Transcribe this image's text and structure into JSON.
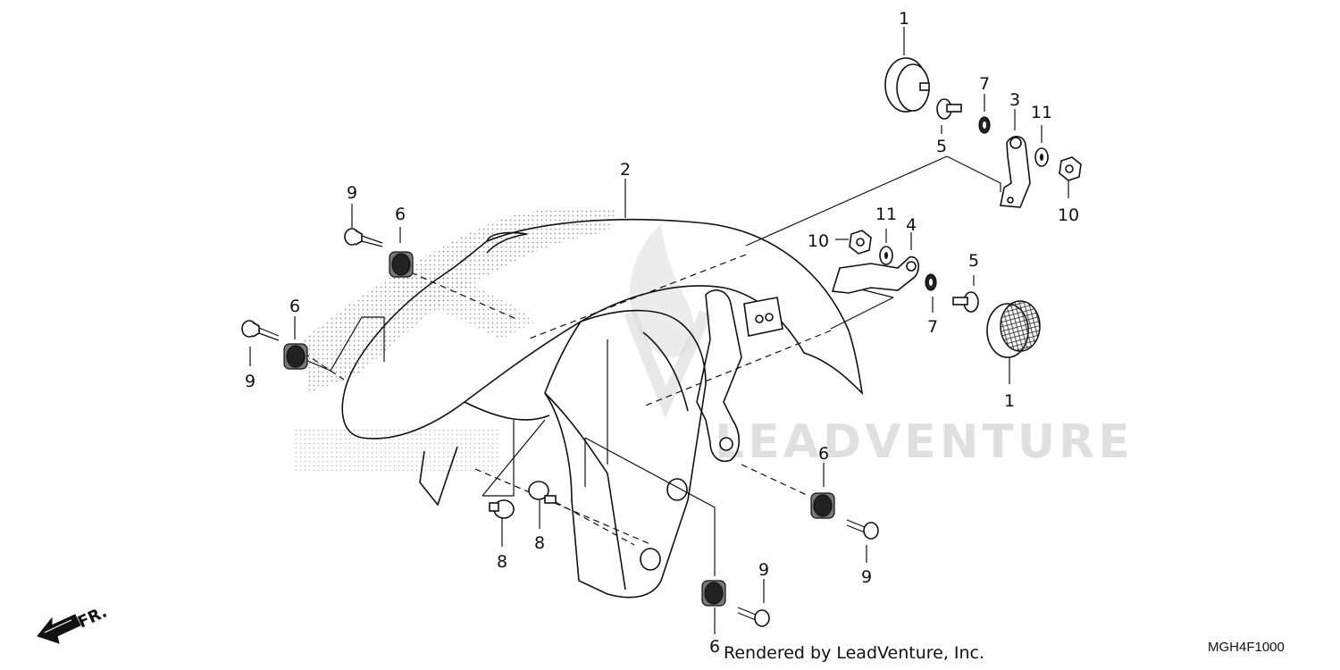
{
  "diagram": {
    "callouts": [
      {
        "id": "c1a",
        "text": "1"
      },
      {
        "id": "c1b",
        "text": "1"
      },
      {
        "id": "c2",
        "text": "2"
      },
      {
        "id": "c3",
        "text": "3"
      },
      {
        "id": "c4",
        "text": "4"
      },
      {
        "id": "c5a",
        "text": "5"
      },
      {
        "id": "c5b",
        "text": "5"
      },
      {
        "id": "c6a",
        "text": "6"
      },
      {
        "id": "c6b",
        "text": "6"
      },
      {
        "id": "c6c",
        "text": "6"
      },
      {
        "id": "c6d",
        "text": "6"
      },
      {
        "id": "c7a",
        "text": "7"
      },
      {
        "id": "c7b",
        "text": "7"
      },
      {
        "id": "c8a",
        "text": "8"
      },
      {
        "id": "c8b",
        "text": "8"
      },
      {
        "id": "c9a",
        "text": "9"
      },
      {
        "id": "c9b",
        "text": "9"
      },
      {
        "id": "c9c",
        "text": "9"
      },
      {
        "id": "c9d",
        "text": "9"
      },
      {
        "id": "c10a",
        "text": "10"
      },
      {
        "id": "c10b",
        "text": "10"
      },
      {
        "id": "c11a",
        "text": "11"
      },
      {
        "id": "c11b",
        "text": "11"
      }
    ],
    "direction_label": "FR.",
    "watermark": "LEADVENTURE"
  },
  "footer": {
    "credit": "Rendered by LeadVenture, Inc.",
    "diagram_code": "MGH4F1000"
  }
}
